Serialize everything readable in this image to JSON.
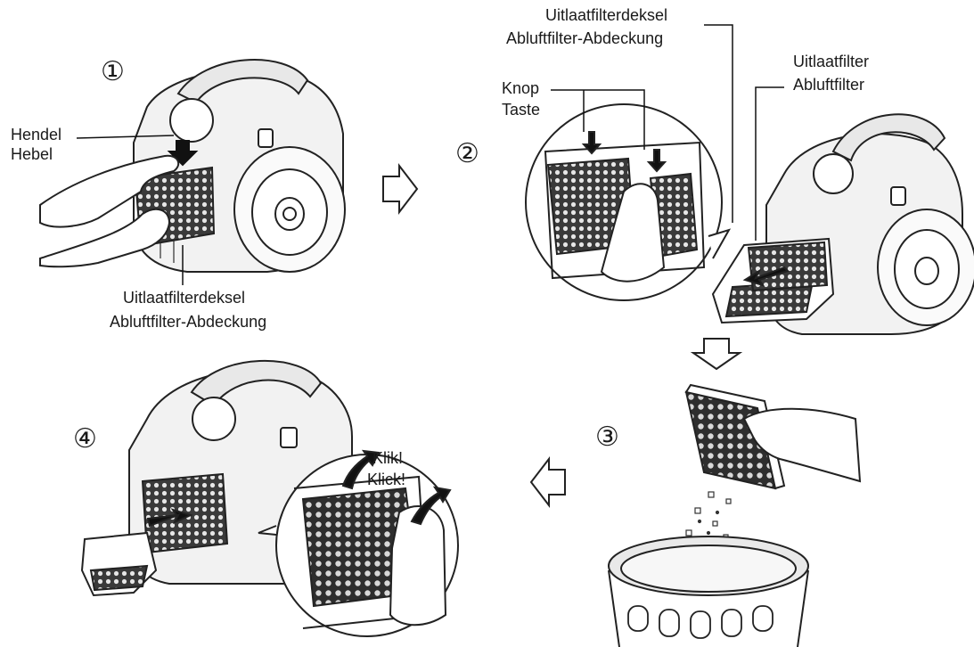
{
  "steps": {
    "s1": "①",
    "s2": "②",
    "s3": "③",
    "s4": "④"
  },
  "labels": {
    "lever_nl": "Hendel",
    "lever_de": "Hebel",
    "cover_nl": "Uitlaatfilterdeksel",
    "cover_de": "Abluftfilter-Abdeckung",
    "button_nl": "Knop",
    "button_de": "Taste",
    "filter_nl": "Uitlaatfilter",
    "filter_de": "Abluftfilter",
    "click_nl": "Klik!",
    "click_de": "Klick!"
  }
}
